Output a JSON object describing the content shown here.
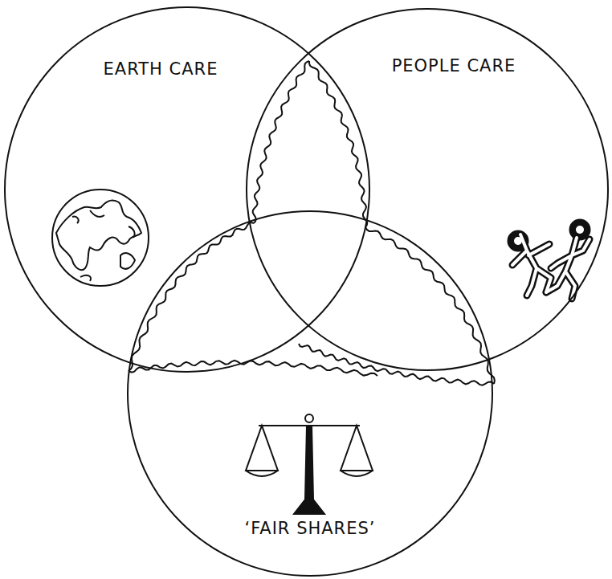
{
  "diagram": {
    "nodes": [
      {
        "text": [
          "EARTH CARE"
        ]
      },
      {
        "text": [
          "PEOPLE CARE"
        ]
      },
      {
        "text": [
          "‘FAIR SHARES’"
        ]
      }
    ]
  }
}
